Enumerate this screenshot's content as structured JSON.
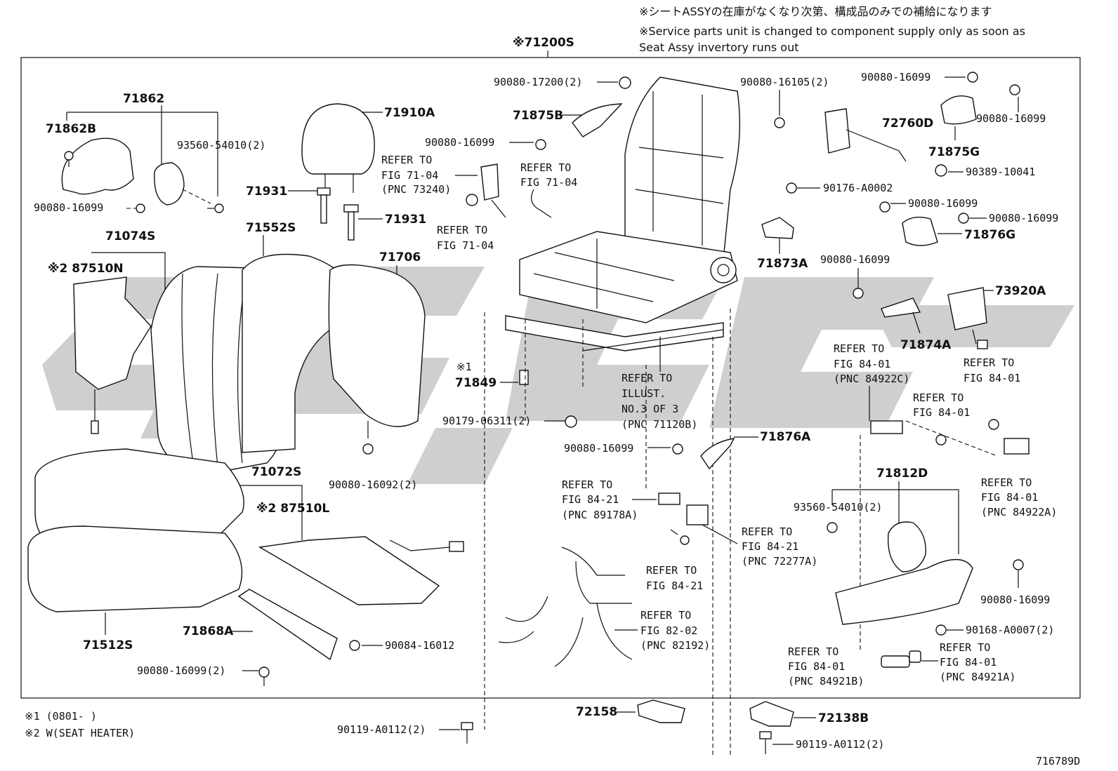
{
  "header_notes": {
    "jp": "※シートASSYの在庫がなくなり次第、構成品のみでの補給になります",
    "en_line1": "※Service parts unit is changed to component supply only as soon as",
    "en_line2": "Seat Assy invertory runs out"
  },
  "assembly_label": "※71200S",
  "figure_id": "716789D",
  "footnotes": {
    "n1": "※1 (0801-      )",
    "n2": "※2 W(SEAT HEATER)"
  },
  "part_labels": {
    "p71862": "71862",
    "p71862B": "71862B",
    "p93560_1": "93560-54010(2)",
    "p90080_a": "90080-16099",
    "p71910A": "71910A",
    "p71931a": "71931",
    "p71931b": "71931",
    "p71074S": "71074S",
    "p87510N": "※2 87510N",
    "p71552S": "71552S",
    "p71706": "71706",
    "p71072S": "71072S",
    "p87510L": "※2 87510L",
    "p90080_16092": "90080-16092(2)",
    "p71512S": "71512S",
    "p71868A": "71868A",
    "p90084": "90084-16012",
    "p90080_b2": "90080-16099(2)",
    "p90119_a": "90119-A0112(2)",
    "p72158": "72158",
    "p72138B": "72138B",
    "p90119_b": "90119-A0112(2)",
    "p90080_17200": "90080-17200(2)",
    "p71875B": "71875B",
    "p90080_c": "90080-16099",
    "p71849": "71849",
    "p71849_mark": "※1",
    "p90179": "90179-06311(2)",
    "p90080_d": "90080-16099",
    "p71876A": "71876A",
    "p90080_16105": "90080-16105(2)",
    "p90080_e": "90080-16099",
    "p90080_f": "90080-16099",
    "p72760D": "72760D",
    "p71875G": "71875G",
    "p90389": "90389-10041",
    "p90176": "90176-A0002",
    "p90080_g": "90080-16099",
    "p90080_h": "90080-16099",
    "p71876G": "71876G",
    "p71873A": "71873A",
    "p90080_i": "90080-16099",
    "p73920A": "73920A",
    "p71874A": "71874A",
    "p71812D": "71812D",
    "p93560_2": "93560-54010(2)",
    "p90080_j": "90080-16099",
    "p90168": "90168-A0007(2)"
  },
  "references": {
    "r_seatbelt_1": "REFER TO",
    "r_seatbelt_2": "FIG 71-04",
    "r_seatbelt_3": "(PNC 73240)",
    "r_7104b_1": "REFER TO",
    "r_7104b_2": "FIG 71-04",
    "r_7104c_1": "REFER TO",
    "r_7104c_2": "FIG 71-04",
    "r_illust_1": "REFER TO",
    "r_illust_2": "ILLUST.",
    "r_illust_3": "NO.3 OF 3",
    "r_illust_4": "(PNC 71120B)",
    "r_89178_1": "REFER TO",
    "r_89178_2": "FIG 84-21",
    "r_89178_3": "(PNC 89178A)",
    "r_72277_1": "REFER TO",
    "r_72277_2": "FIG 84-21",
    "r_72277_3": "(PNC 72277A)",
    "r_8421_1": "REFER TO",
    "r_8421_2": "FIG 84-21",
    "r_82192_1": "REFER TO",
    "r_82192_2": "FIG 82-02",
    "r_82192_3": "(PNC 82192)",
    "r_84922C_1": "REFER TO",
    "r_84922C_2": "FIG 84-01",
    "r_84922C_3": "(PNC 84922C)",
    "r_8401a_1": "REFER TO",
    "r_8401a_2": "FIG 84-01",
    "r_8401b_1": "REFER TO",
    "r_8401b_2": "FIG 84-01",
    "r_84922A_1": "REFER TO",
    "r_84922A_2": "FIG 84-01",
    "r_84922A_3": "(PNC 84922A)",
    "r_84921B_1": "REFER TO",
    "r_84921B_2": "FIG 84-01",
    "r_84921B_3": "(PNC 84921B)",
    "r_84921A_1": "REFER TO",
    "r_84921A_2": "FIG 84-01",
    "r_84921A_3": "(PNC 84921A)"
  }
}
